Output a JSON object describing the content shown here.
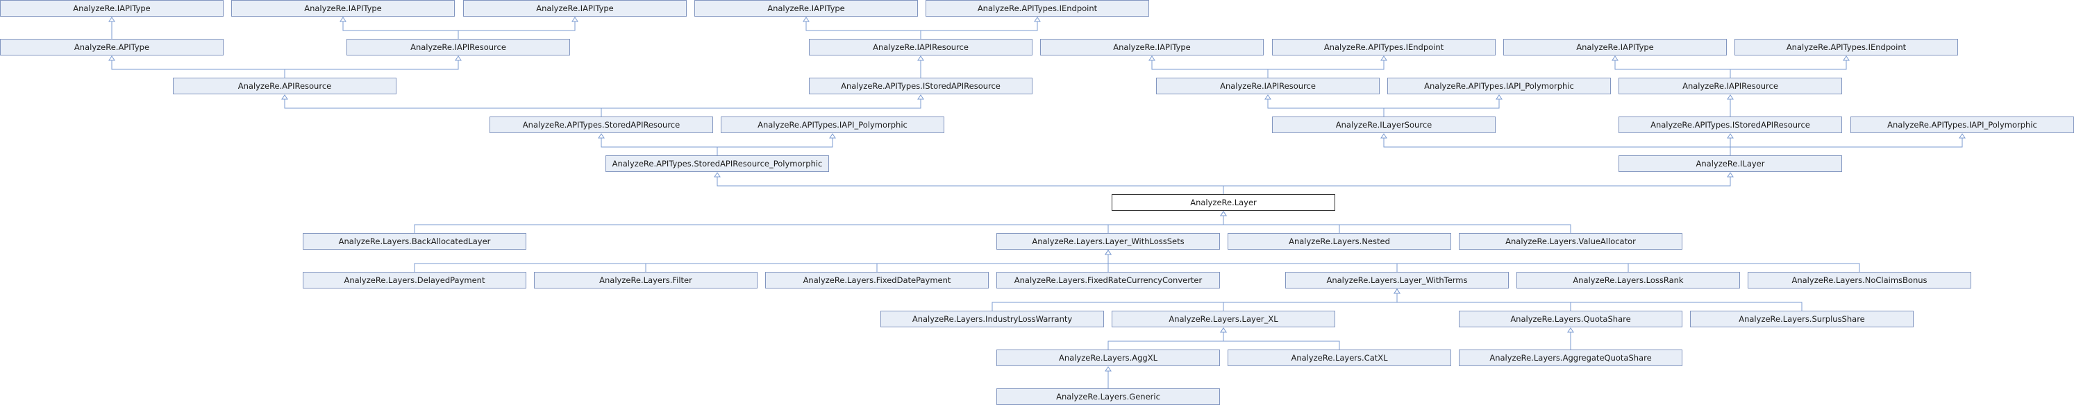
{
  "diagram": {
    "title": "",
    "nodes": [
      {
        "id": "n1",
        "label": "AnalyzeRe.IAPIType"
      },
      {
        "id": "n2",
        "label": "AnalyzeRe.IAPIType"
      },
      {
        "id": "n3",
        "label": "AnalyzeRe.IAPIType"
      },
      {
        "id": "n4",
        "label": "AnalyzeRe.IAPIType"
      },
      {
        "id": "n5",
        "label": "AnalyzeRe.APITypes.IEndpoint"
      },
      {
        "id": "n6",
        "label": "AnalyzeRe.APIType"
      },
      {
        "id": "n7",
        "label": "AnalyzeRe.IAPIResource"
      },
      {
        "id": "n8",
        "label": "AnalyzeRe.IAPIResource"
      },
      {
        "id": "n9",
        "label": "AnalyzeRe.IAPIType"
      },
      {
        "id": "n10",
        "label": "AnalyzeRe.APITypes.IEndpoint"
      },
      {
        "id": "n11",
        "label": "AnalyzeRe.IAPIType"
      },
      {
        "id": "n12",
        "label": "AnalyzeRe.APITypes.IEndpoint"
      },
      {
        "id": "n13",
        "label": "AnalyzeRe.APIResource"
      },
      {
        "id": "n14",
        "label": "AnalyzeRe.APITypes.IStoredAPIResource"
      },
      {
        "id": "n15",
        "label": "AnalyzeRe.IAPIResource"
      },
      {
        "id": "n16",
        "label": "AnalyzeRe.APITypes.IAPI_Polymorphic"
      },
      {
        "id": "n17",
        "label": "AnalyzeRe.IAPIResource"
      },
      {
        "id": "n18",
        "label": "AnalyzeRe.APITypes.StoredAPIResource"
      },
      {
        "id": "n19",
        "label": "AnalyzeRe.APITypes.IAPI_Polymorphic"
      },
      {
        "id": "n20",
        "label": "AnalyzeRe.ILayerSource"
      },
      {
        "id": "n21",
        "label": "AnalyzeRe.APITypes.IStoredAPIResource"
      },
      {
        "id": "n22",
        "label": "AnalyzeRe.APITypes.IAPI_Polymorphic"
      },
      {
        "id": "n23",
        "label": "AnalyzeRe.APITypes.StoredAPIResource_Polymorphic"
      },
      {
        "id": "n24",
        "label": "AnalyzeRe.ILayer"
      },
      {
        "id": "n25",
        "label": "AnalyzeRe.Layer",
        "focus": true
      },
      {
        "id": "n26",
        "label": "AnalyzeRe.Layers.BackAllocatedLayer"
      },
      {
        "id": "n27",
        "label": "AnalyzeRe.Layers.Layer_WithLossSets"
      },
      {
        "id": "n28",
        "label": "AnalyzeRe.Layers.Nested"
      },
      {
        "id": "n29",
        "label": "AnalyzeRe.Layers.ValueAllocator"
      },
      {
        "id": "n30",
        "label": "AnalyzeRe.Layers.DelayedPayment"
      },
      {
        "id": "n31",
        "label": "AnalyzeRe.Layers.Filter"
      },
      {
        "id": "n32",
        "label": "AnalyzeRe.Layers.FixedDatePayment"
      },
      {
        "id": "n33",
        "label": "AnalyzeRe.Layers.FixedRateCurrencyConverter"
      },
      {
        "id": "n34",
        "label": "AnalyzeRe.Layers.Layer_WithTerms"
      },
      {
        "id": "n35",
        "label": "AnalyzeRe.Layers.LossRank"
      },
      {
        "id": "n36",
        "label": "AnalyzeRe.Layers.NoClaimsBonus"
      },
      {
        "id": "n37",
        "label": "AnalyzeRe.Layers.IndustryLossWarranty"
      },
      {
        "id": "n38",
        "label": "AnalyzeRe.Layers.Layer_XL"
      },
      {
        "id": "n39",
        "label": "AnalyzeRe.Layers.QuotaShare"
      },
      {
        "id": "n40",
        "label": "AnalyzeRe.Layers.SurplusShare"
      },
      {
        "id": "n41",
        "label": "AnalyzeRe.Layers.AggXL"
      },
      {
        "id": "n42",
        "label": "AnalyzeRe.Layers.CatXL"
      },
      {
        "id": "n43",
        "label": "AnalyzeRe.Layers.AggregateQuotaShare"
      },
      {
        "id": "n44",
        "label": "AnalyzeRe.Layers.Generic"
      }
    ],
    "edges": [
      [
        "n1",
        "n6"
      ],
      [
        "n2",
        "n7"
      ],
      [
        "n3",
        "n7"
      ],
      [
        "n4",
        "n8"
      ],
      [
        "n5",
        "n8"
      ],
      [
        "n6",
        "n13"
      ],
      [
        "n7",
        "n13"
      ],
      [
        "n8",
        "n14"
      ],
      [
        "n9",
        "n15"
      ],
      [
        "n10",
        "n15"
      ],
      [
        "n11",
        "n17"
      ],
      [
        "n12",
        "n17"
      ],
      [
        "n13",
        "n18"
      ],
      [
        "n14",
        "n18"
      ],
      [
        "n15",
        "n20"
      ],
      [
        "n16",
        "n20"
      ],
      [
        "n17",
        "n21"
      ],
      [
        "n18",
        "n23"
      ],
      [
        "n19",
        "n23"
      ],
      [
        "n20",
        "n24"
      ],
      [
        "n21",
        "n24"
      ],
      [
        "n22",
        "n24"
      ],
      [
        "n23",
        "n25"
      ],
      [
        "n24",
        "n25"
      ],
      [
        "n25",
        "n26"
      ],
      [
        "n25",
        "n27"
      ],
      [
        "n25",
        "n28"
      ],
      [
        "n25",
        "n29"
      ],
      [
        "n27",
        "n30"
      ],
      [
        "n27",
        "n31"
      ],
      [
        "n27",
        "n32"
      ],
      [
        "n27",
        "n33"
      ],
      [
        "n27",
        "n34"
      ],
      [
        "n27",
        "n35"
      ],
      [
        "n27",
        "n36"
      ],
      [
        "n34",
        "n37"
      ],
      [
        "n34",
        "n38"
      ],
      [
        "n34",
        "n39"
      ],
      [
        "n34",
        "n40"
      ],
      [
        "n38",
        "n41"
      ],
      [
        "n38",
        "n42"
      ],
      [
        "n39",
        "n43"
      ],
      [
        "n41",
        "n44"
      ]
    ],
    "colors": {
      "node_fill": "#e8eef7",
      "node_border": "#8296c0",
      "focus_fill": "#ffffff",
      "focus_border": "#333333",
      "edge": "#7b9bd1",
      "text": "#1c1c1c"
    }
  }
}
